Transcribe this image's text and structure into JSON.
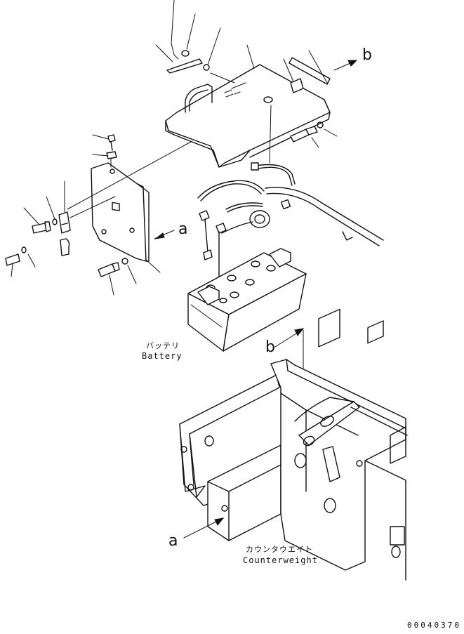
{
  "labels": {
    "battery_jp": "バッテリ",
    "battery_en": "Battery",
    "counterweight_jp": "カウンタウエイト",
    "counterweight_en": "Counterweight",
    "ref_a": "a",
    "ref_b": "b",
    "drawing_code": "00040370"
  }
}
